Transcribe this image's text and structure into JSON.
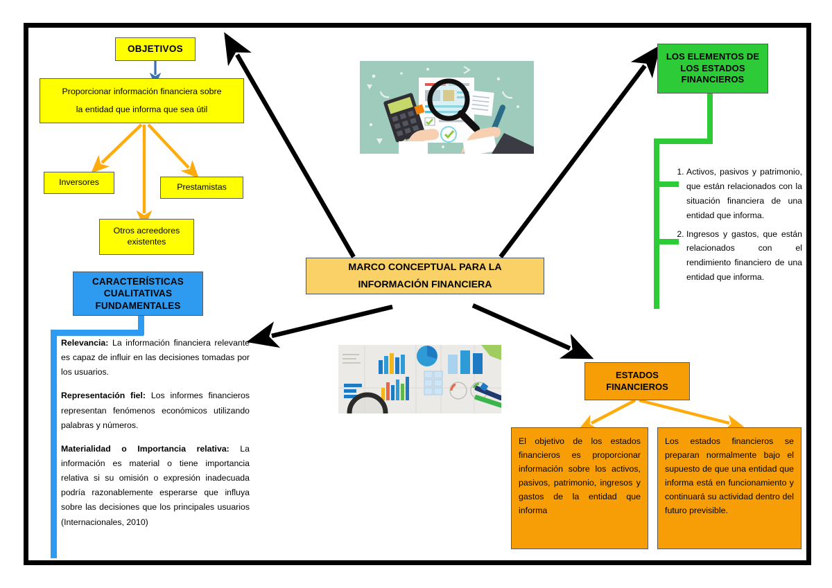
{
  "diagram": {
    "title": "MARCO CONCEPTUAL PARA LA INFORMACIÓN FINANCIERA",
    "frame_color": "#000000",
    "background": "#ffffff"
  },
  "center": {
    "line1": "MARCO CONCEPTUAL PARA LA",
    "line2": "INFORMACIÓN FINANCIERA",
    "color": "#fad167"
  },
  "objectives": {
    "header": "OBJETIVOS",
    "header_color": "#ffff00",
    "statement_line1": "Proporcionar información financiera sobre",
    "statement_line2": "la entidad que informa que sea útil",
    "users": [
      {
        "label": "Inversores"
      },
      {
        "label": "Prestamistas"
      },
      {
        "line1": "Otros acreedores",
        "line2": "existentes"
      }
    ]
  },
  "qualitative": {
    "header_line1": "CARACTERÍSTICAS",
    "header_line2": "CUALITATIVAS",
    "header_line3": "FUNDAMENTALES",
    "header_color": "#2e9bf0",
    "items": [
      {
        "term": "Relevancia:",
        "text": " La información financiera relevante es capaz de influir en las decisiones tomadas por los usuarios."
      },
      {
        "term": "Representación fiel:",
        "text": " Los informes financieros representan fenómenos económicos utilizando palabras y números."
      },
      {
        "term": "Materialidad o Importancia relativa:",
        "text": " La información es material o tiene importancia relativa si su omisión o expresión inadecuada podría razonablemente esperarse que influya sobre las decisiones que los principales usuarios (Internacionales, 2010)"
      }
    ]
  },
  "elements": {
    "header_line1": "LOS ELEMENTOS DE",
    "header_line2": "LOS ESTADOS",
    "header_line3": "FINANCIEROS",
    "header_color": "#2ecb38",
    "list": [
      "Activos, pasivos y patrimonio, que están relacionados con la situación financiera de una entidad que informa.",
      "Ingresos y gastos, que están relacionados con el rendimiento financiero de una entidad que informa."
    ]
  },
  "statements": {
    "header_line1": "ESTADOS",
    "header_line2": "FINANCIEROS",
    "header_color": "#f79e06",
    "left_box": "El objetivo de los estados financieros es proporcionar información sobre los activos, pasivos, patrimonio, ingresos y gastos de la entidad que informa",
    "right_box": "Los estados financieros se preparan normalmente bajo el supuesto de que una entidad que informa está en funcionamiento y continuará su actividad dentro del futuro previsible."
  },
  "images": {
    "audit": "financial-audit-illustration",
    "charts": "business-charts-photo"
  }
}
